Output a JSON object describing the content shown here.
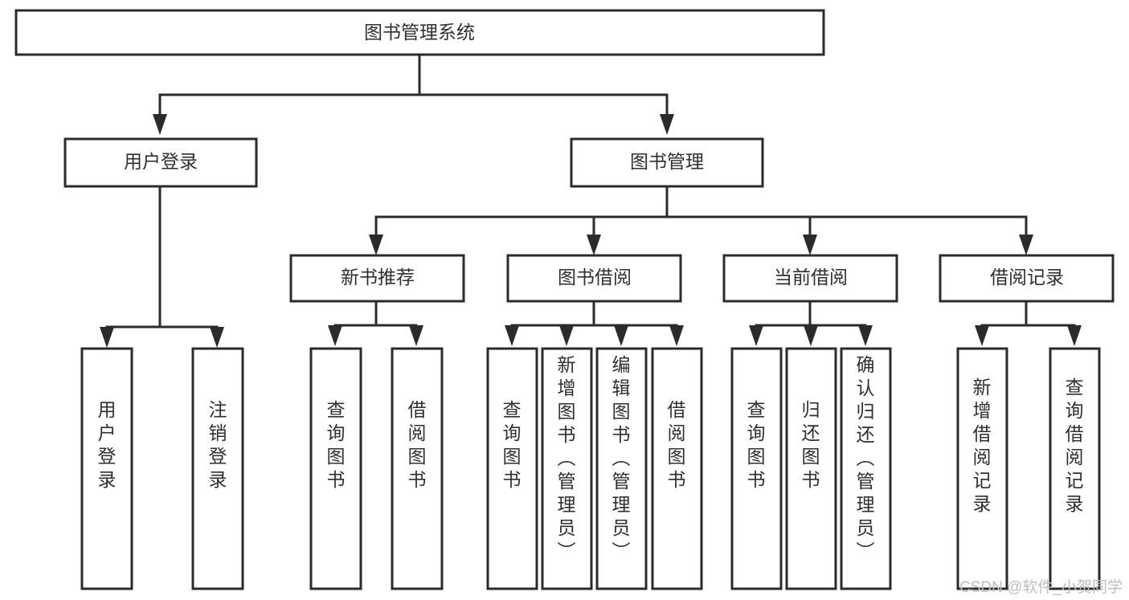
{
  "diagram": {
    "type": "tree",
    "title": "图书管理系统",
    "orientation": "top-down",
    "watermark": "CSDN @软件_小贺同学",
    "colors": {
      "box_stroke": "#2b2b2b",
      "box_fill": "#ffffff",
      "text": "#2f2f2f",
      "connector": "#2b2b2b",
      "background": "#ffffff",
      "watermark": "#bdbdbd"
    },
    "nodes": {
      "root": {
        "label": "图书管理系统",
        "level": 0,
        "orientation": "horizontal"
      },
      "level1": [
        {
          "label": "用户登录",
          "level": 1,
          "orientation": "horizontal"
        },
        {
          "label": "图书管理",
          "level": 1,
          "orientation": "horizontal"
        }
      ],
      "level2": [
        {
          "label": "新书推荐",
          "level": 2,
          "orientation": "horizontal"
        },
        {
          "label": "图书借阅",
          "level": 2,
          "orientation": "horizontal"
        },
        {
          "label": "当前借阅",
          "level": 2,
          "orientation": "horizontal"
        },
        {
          "label": "借阅记录",
          "level": 2,
          "orientation": "horizontal"
        }
      ],
      "leaves": [
        {
          "label": "用户登录",
          "parent": "用户登录",
          "orientation": "vertical"
        },
        {
          "label": "注销登录",
          "parent": "用户登录",
          "orientation": "vertical"
        },
        {
          "label": "查询图书",
          "parent": "新书推荐",
          "orientation": "vertical"
        },
        {
          "label": "借阅图书",
          "parent": "新书推荐",
          "orientation": "vertical"
        },
        {
          "label": "查询图书",
          "parent": "图书借阅",
          "orientation": "vertical"
        },
        {
          "label": "新增图书（管理员）",
          "parent": "图书借阅",
          "orientation": "vertical"
        },
        {
          "label": "编辑图书（管理员）",
          "parent": "图书借阅",
          "orientation": "vertical"
        },
        {
          "label": "借阅图书",
          "parent": "图书借阅",
          "orientation": "vertical"
        },
        {
          "label": "查询图书",
          "parent": "当前借阅",
          "orientation": "vertical"
        },
        {
          "label": "归还图书",
          "parent": "当前借阅",
          "orientation": "vertical"
        },
        {
          "label": "确认归还（管理员）",
          "parent": "当前借阅",
          "orientation": "vertical"
        },
        {
          "label": "新增借阅记录",
          "parent": "借阅记录",
          "orientation": "vertical"
        },
        {
          "label": "查询借阅记录",
          "parent": "借阅记录",
          "orientation": "vertical"
        }
      ]
    }
  }
}
